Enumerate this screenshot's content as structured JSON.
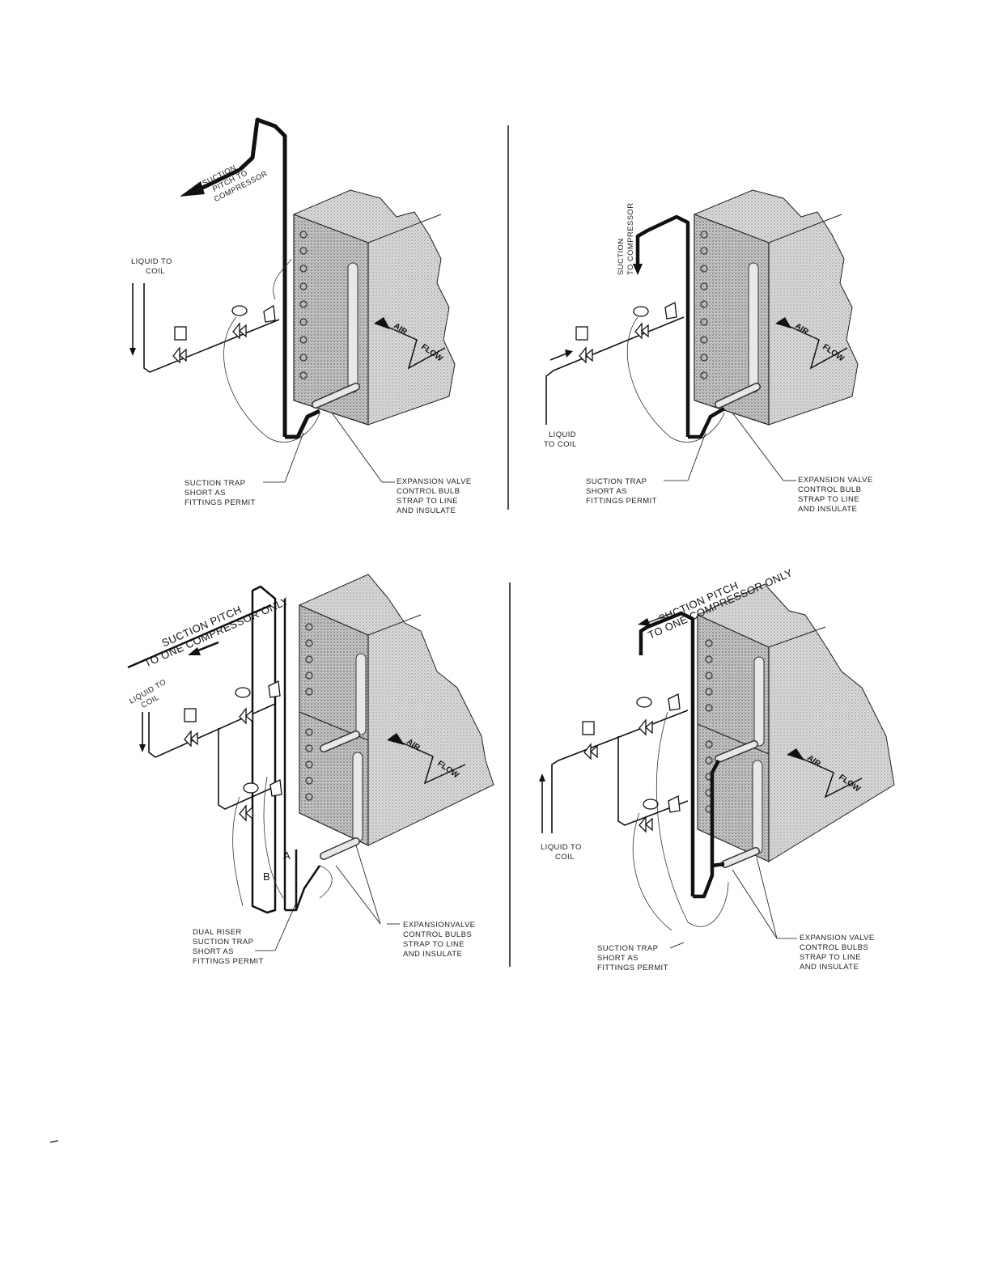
{
  "panels": [
    {
      "suction": [
        "SUCTION",
        "PITCH TO",
        "COMPRESSOR"
      ],
      "liquid": [
        "LIQUID TO",
        "COIL"
      ],
      "air": [
        "AIR",
        "FLOW"
      ],
      "trap": [
        "SUCTION TRAP",
        "SHORT AS",
        "FITTINGS PERMIT"
      ],
      "bulb": [
        "EXPANSION VALVE",
        "CONTROL BULB",
        "STRAP TO LINE",
        "AND INSULATE"
      ]
    },
    {
      "suction": [
        "SUCTION",
        "TO COMPRESSOR"
      ],
      "liquid": [
        "LIQUID",
        "TO COIL"
      ],
      "air": [
        "AIR",
        "FLOW"
      ],
      "trap": [
        "SUCTION TRAP",
        "SHORT AS",
        "FITTINGS PERMIT"
      ],
      "bulb": [
        "EXPANSION VALVE",
        "CONTROL BULB",
        "STRAP TO LINE",
        "AND INSULATE"
      ]
    },
    {
      "suction": [
        "SUCTION PITCH",
        "TO ONE COMPRESSOR ONLY"
      ],
      "liquid": [
        "LIQUID TO",
        "COIL"
      ],
      "air": [
        "AIR",
        "FLOW"
      ],
      "riser_a": "A",
      "riser_b": "B",
      "trap": [
        "DUAL RISER",
        "SUCTION TRAP",
        "SHORT AS",
        "FITTINGS PERMIT"
      ],
      "bulb": [
        "EXPANSIONVALVE",
        "CONTROL BULBS",
        "STRAP TO LINE",
        "AND INSULATE"
      ]
    },
    {
      "suction": [
        "SUCTION PITCH",
        "TO ONE COMPRESSOR ONLY"
      ],
      "liquid": [
        "LIQUID TO",
        "COIL"
      ],
      "air": [
        "AIR",
        "FLOW"
      ],
      "trap": [
        "SUCTION TRAP",
        "SHORT AS",
        "FITTINGS PERMIT"
      ],
      "bulb": [
        "EXPANSION VALVE",
        "CONTROL BULBS",
        "STRAP TO LINE",
        "AND INSULATE"
      ]
    }
  ]
}
